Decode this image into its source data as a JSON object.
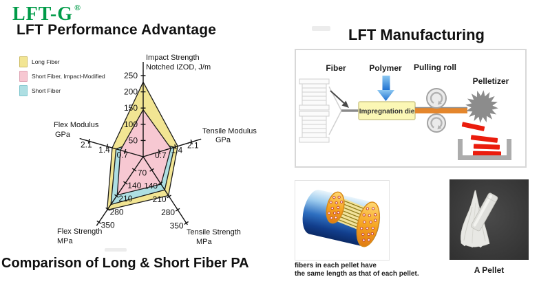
{
  "brand": {
    "logo_text": "LFT-G",
    "registered_mark": "®",
    "logo_color": "#009B48"
  },
  "chart_data": {
    "type": "radar",
    "title": "LFT Performance Advantage",
    "subtitle": "Comparison of Long & Short Fiber PA",
    "legend_position": "top-left",
    "grid": false,
    "axes": [
      {
        "id": "impact_strength",
        "label": "Impact Strength",
        "unit": "Notched IZOD, J/m",
        "ticks": [
          50,
          100,
          150,
          200,
          250
        ]
      },
      {
        "id": "tensile_modulus",
        "label": "Tensile Modulus",
        "unit": "GPa",
        "ticks": [
          0.7,
          1.4,
          2.1
        ]
      },
      {
        "id": "tensile_strength",
        "label": "Tensile Strength",
        "unit": "MPa",
        "ticks": [
          70,
          140,
          210,
          280,
          350
        ]
      },
      {
        "id": "flex_strength",
        "label": "Flex Strength",
        "unit": "MPa",
        "ticks": [
          70,
          140,
          210,
          280,
          350
        ]
      },
      {
        "id": "flex_modulus",
        "label": "Flex Modulus",
        "unit": "GPa",
        "ticks": [
          0.7,
          1.4,
          2.1
        ]
      }
    ],
    "series": [
      {
        "name": "Long Fiber",
        "fill": "#F2E593",
        "border": "#CDBC62",
        "values": [
          230,
          1.5,
          205,
          285,
          1.2
        ]
      },
      {
        "name": "Short Fiber, Impact-Modified",
        "fill": "#F7C8D2",
        "border": "#DFA4B4",
        "values": [
          145,
          1.2,
          145,
          205,
          0.88
        ]
      },
      {
        "name": "Short Fiber",
        "fill": "#AEDFE3",
        "border": "#7FC6CE",
        "values": [
          55,
          1.35,
          175,
          255,
          1.05
        ]
      }
    ],
    "draw_order": [
      0,
      2,
      1
    ],
    "outline_color": "#1a1a1a"
  },
  "right_panel": {
    "title": "LFT Manufacturing",
    "diagram": {
      "fiber_label": "Fiber",
      "polymer_label": "Polymer",
      "pulling_roll_label": "Pulling roll",
      "pelletizer_label": "Pelletizer",
      "impregnation_die_label": "Impregnation die",
      "colors": {
        "die_fill": "#FBF7B5",
        "strand_orange": "#E4862C",
        "polymer_arrow_blue": "#2E86D8",
        "pellet_red": "#EA1C0D",
        "machine_gray": "#8C8C8C"
      }
    },
    "pellet_figure": {
      "caption_line1": "fibers in each pellet have",
      "caption_line2": "the same length as that of each pellet."
    },
    "photo": {
      "caption": "A Pellet"
    }
  }
}
